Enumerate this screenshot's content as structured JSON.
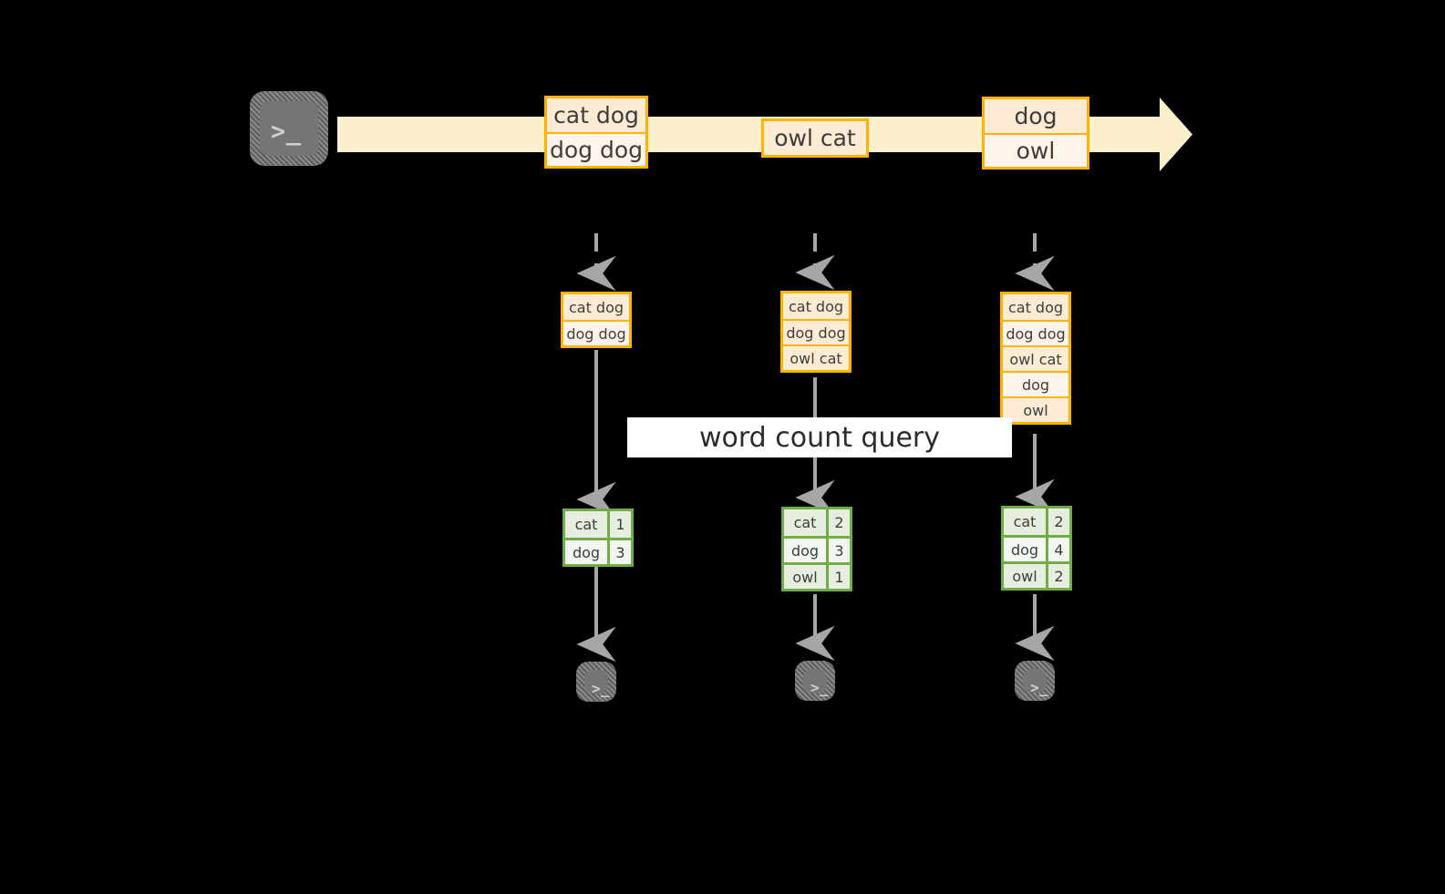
{
  "diagram": {
    "background_color": "#000000",
    "title_text": "",
    "colors": {
      "stream_arrow_fill": "#FCEFCB",
      "record_border": "#FFB300",
      "record_fill_dark": "#FDEBD3",
      "record_fill_light": "#FEF4EA",
      "result_border": "#70AD47",
      "result_fill_dark": "#E6EEDF",
      "result_fill_light": "#F2F7F0",
      "connector_gray": "#A6A6A6",
      "terminal_gray": "#757575",
      "label_bg": "#FFFFFF"
    },
    "producer": {
      "icon": "terminal-icon",
      "glyph": ">_"
    },
    "stream": {
      "name": "record-stream-arrow",
      "records": [
        {
          "cells": [
            {
              "text": "cat dog",
              "shade": "dark"
            },
            {
              "text": "dog dog",
              "shade": "light"
            }
          ]
        },
        {
          "cells": [
            {
              "text": "owl cat",
              "shade": "dark"
            }
          ]
        },
        {
          "cells": [
            {
              "text": "dog",
              "shade": "dark"
            },
            {
              "text": "owl",
              "shade": "light"
            }
          ]
        }
      ]
    },
    "query_label": "word count query",
    "snapshots": [
      {
        "name": "snapshot-1",
        "input_records": [
          {
            "text": "cat dog",
            "shade": "dark"
          },
          {
            "text": "dog dog",
            "shade": "light"
          }
        ],
        "result_rows": [
          {
            "word": "cat",
            "count": "1"
          },
          {
            "word": "dog",
            "count": "3"
          }
        ],
        "consumer_icon": "terminal-icon",
        "consumer_glyph": ">_"
      },
      {
        "name": "snapshot-2",
        "input_records": [
          {
            "text": "cat dog",
            "shade": "dark"
          },
          {
            "text": "dog dog",
            "shade": "dark"
          },
          {
            "text": "owl cat",
            "shade": "dark"
          }
        ],
        "result_rows": [
          {
            "word": "cat",
            "count": "2"
          },
          {
            "word": "dog",
            "count": "3"
          },
          {
            "word": "owl",
            "count": "1"
          }
        ],
        "consumer_icon": "terminal-icon",
        "consumer_glyph": ">_"
      },
      {
        "name": "snapshot-3",
        "input_records": [
          {
            "text": "cat dog",
            "shade": "dark"
          },
          {
            "text": "dog dog",
            "shade": "light"
          },
          {
            "text": "owl cat",
            "shade": "dark"
          },
          {
            "text": "dog",
            "shade": "light"
          },
          {
            "text": "owl",
            "shade": "dark"
          }
        ],
        "result_rows": [
          {
            "word": "cat",
            "count": "2"
          },
          {
            "word": "dog",
            "count": "4"
          },
          {
            "word": "owl",
            "count": "2"
          }
        ],
        "consumer_icon": "terminal-icon",
        "consumer_glyph": ">_"
      }
    ]
  }
}
